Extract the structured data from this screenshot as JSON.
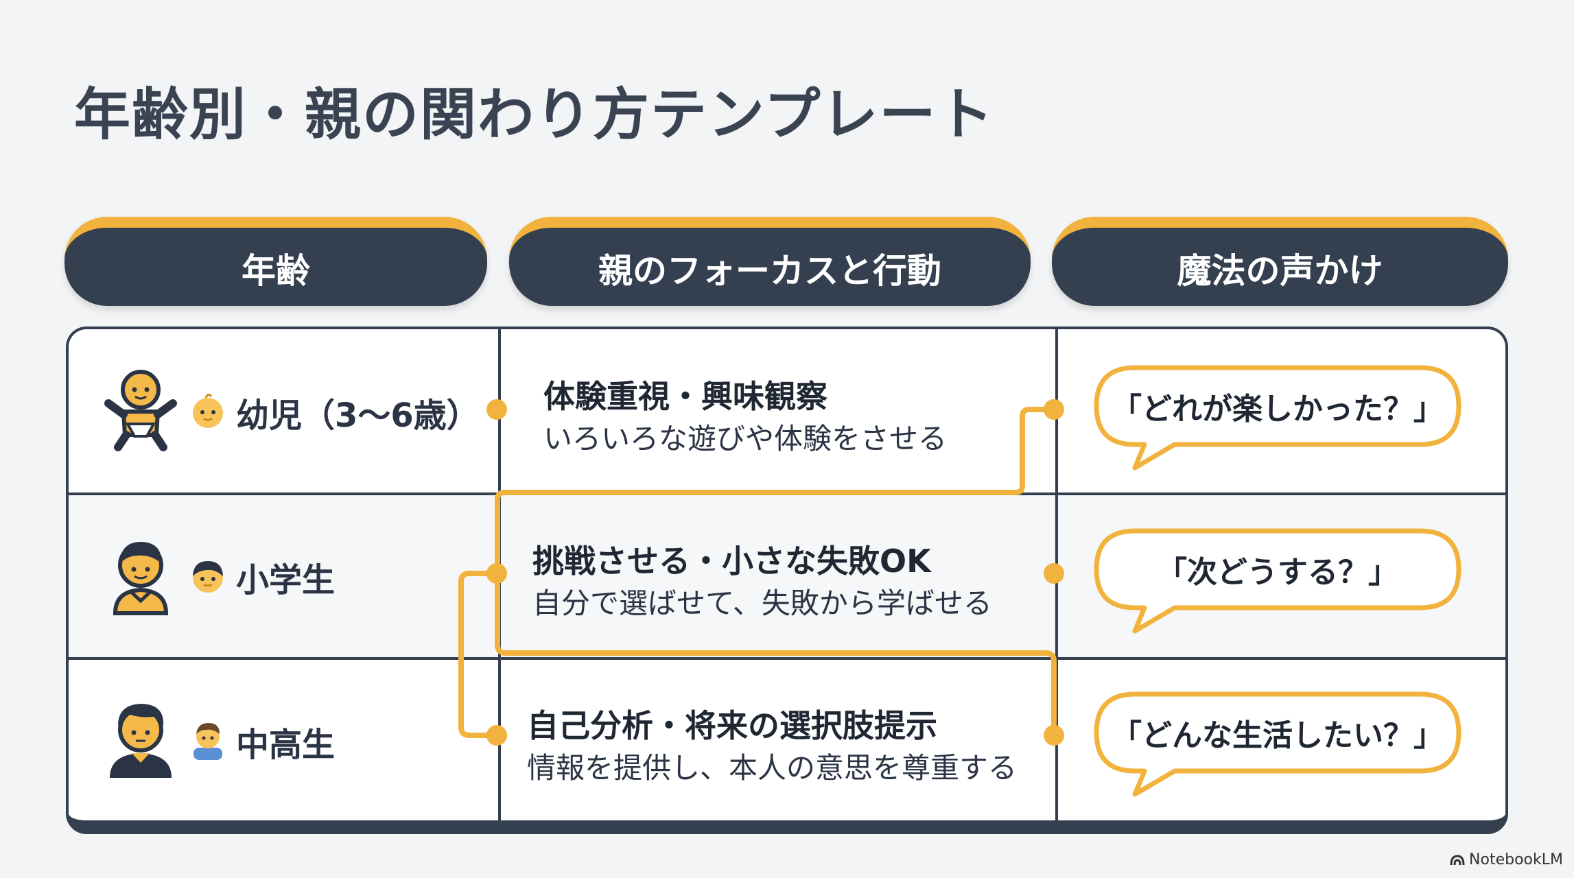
{
  "title": "年齢別・親の関わり方テンプレート",
  "headers": {
    "age": "年齢",
    "focus": "親のフォーカスと行動",
    "magic": "魔法の声かけ"
  },
  "rows": [
    {
      "age_label": "幼児（3〜6歳）",
      "icon": "baby-icon",
      "focus_title": "体験重視・興味観察",
      "focus_desc": "いろいろな遊びや体験をさせる",
      "phrase": "「どれが楽しかった？」"
    },
    {
      "age_label": "小学生",
      "icon": "child-icon",
      "focus_title": "挑戦させる・小さな失敗OK",
      "focus_desc": "自分で選ばせて、失敗から学ばせる",
      "phrase": "「次どうする？」"
    },
    {
      "age_label": "中高生",
      "icon": "teen-icon",
      "focus_title": "自己分析・将来の選択肢提示",
      "focus_desc": "情報を提供し、本人の意思を尊重する",
      "phrase": "「どんな生活したい？」"
    }
  ],
  "colors": {
    "accent": "#f1b33d",
    "header": "#344050",
    "background": "#f3f4f6"
  },
  "brand": "NotebookLM"
}
